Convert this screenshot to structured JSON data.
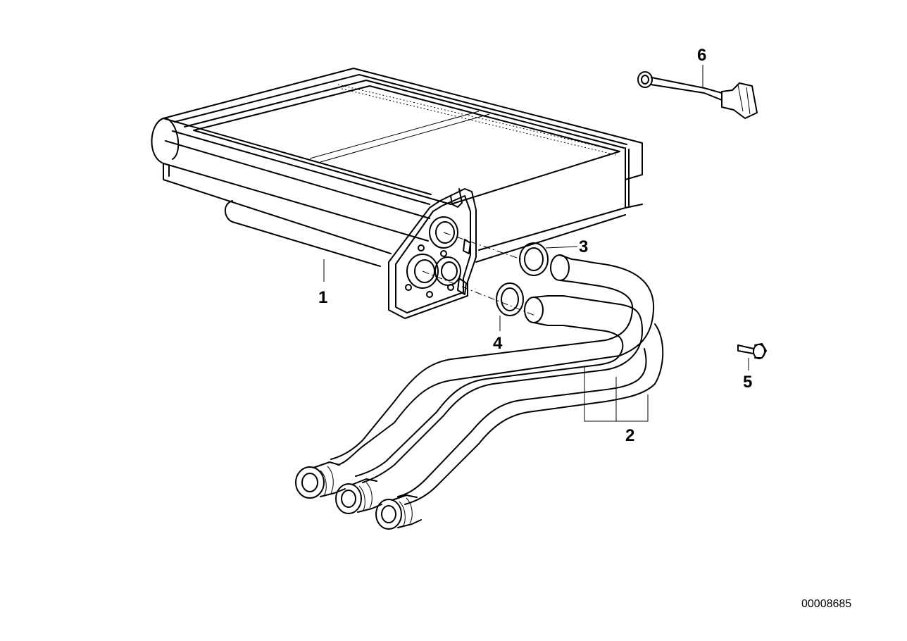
{
  "callouts": {
    "part1": "1",
    "part2": "2",
    "part3": "3",
    "part4": "4",
    "part5": "5",
    "part6": "6"
  },
  "reference_number": "00008685",
  "colors": {
    "line": "#000000",
    "background": "#ffffff"
  }
}
